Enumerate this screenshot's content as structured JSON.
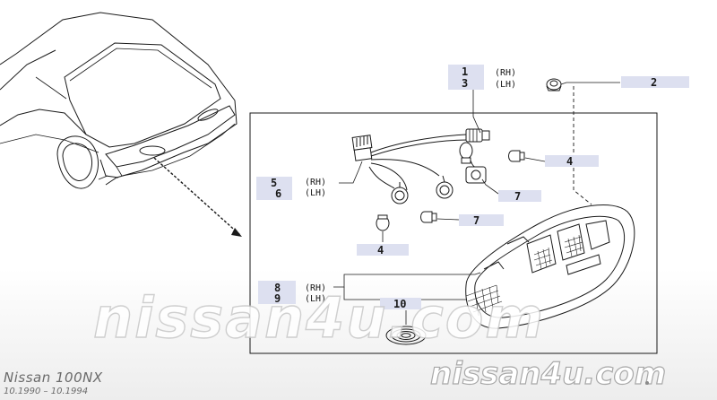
{
  "diagram": {
    "callouts": [
      {
        "id": "c1",
        "number": "1"
      },
      {
        "id": "c3",
        "number": "3"
      },
      {
        "id": "c2",
        "number": "2"
      },
      {
        "id": "c4a",
        "number": "4"
      },
      {
        "id": "c5",
        "number": "5"
      },
      {
        "id": "c6",
        "number": "6"
      },
      {
        "id": "c7a",
        "number": "7"
      },
      {
        "id": "c7b",
        "number": "7"
      },
      {
        "id": "c4b",
        "number": "4"
      },
      {
        "id": "c8",
        "number": "8"
      },
      {
        "id": "c9",
        "number": "9"
      },
      {
        "id": "c10",
        "number": "10"
      }
    ],
    "side_labels": {
      "rh": "(RH)",
      "lh": "(LH)"
    }
  },
  "watermark": {
    "main": "nissan4u.com",
    "corner": "nissan4u.com"
  },
  "footer": {
    "model": "Nissan 100NX",
    "dates": "10.1990 – 10.1994"
  },
  "colors": {
    "callout_fill": "#dde0f0",
    "ink": "#1a1a1a",
    "watermark_stroke": "#c8c8c8",
    "footer_text": "#6a6a6a"
  }
}
